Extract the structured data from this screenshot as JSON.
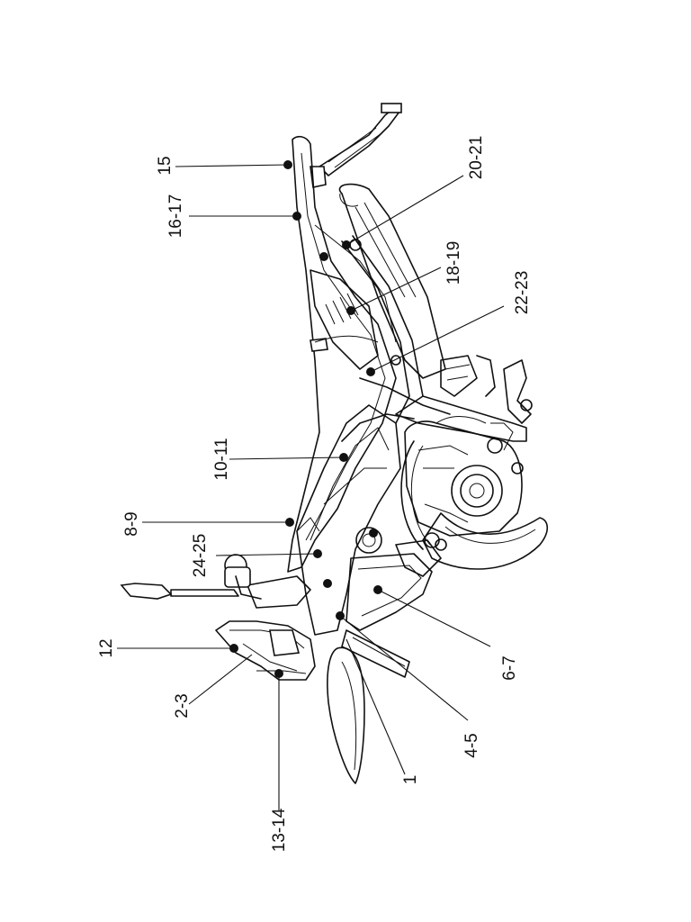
{
  "callouts": [
    {
      "id": "c1",
      "label": "1"
    },
    {
      "id": "c2",
      "label": "2-3"
    },
    {
      "id": "c3",
      "label": "4-5"
    },
    {
      "id": "c4",
      "label": "6-7"
    },
    {
      "id": "c5",
      "label": "8-9"
    },
    {
      "id": "c6",
      "label": "10-11"
    },
    {
      "id": "c7",
      "label": "12"
    },
    {
      "id": "c8",
      "label": "13-14"
    },
    {
      "id": "c9",
      "label": "15"
    },
    {
      "id": "c10",
      "label": "16-17"
    },
    {
      "id": "c11",
      "label": "18-19"
    },
    {
      "id": "c12",
      "label": "20-21"
    },
    {
      "id": "c13",
      "label": "22-23"
    },
    {
      "id": "c14",
      "label": "24-25"
    }
  ],
  "colors": {
    "line": "#111111",
    "background": "#ffffff"
  }
}
